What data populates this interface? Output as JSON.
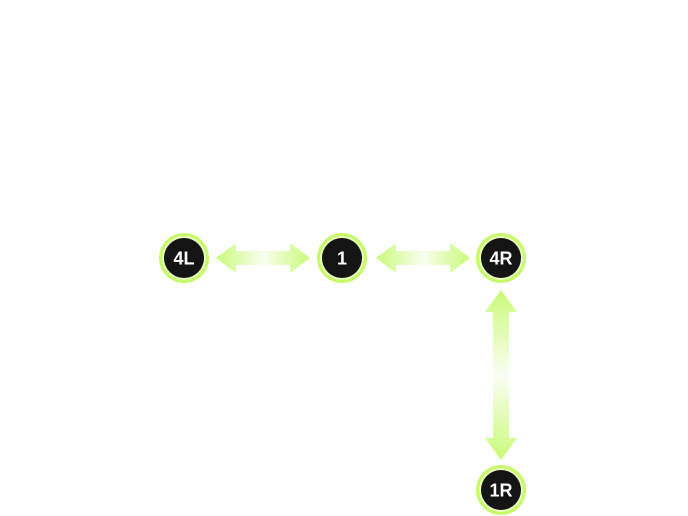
{
  "colors": {
    "node_fill": "#141414",
    "node_ring": "#c6f96a",
    "node_ring_inner": "#e6fcb8",
    "arrow": "#cffb82",
    "background": "#ffffff"
  },
  "nodes": [
    {
      "id": "4L",
      "label": "4L"
    },
    {
      "id": "1",
      "label": "1"
    },
    {
      "id": "4R",
      "label": "4R"
    },
    {
      "id": "1R",
      "label": "1R"
    }
  ],
  "connections": [
    {
      "from": "4L",
      "to": "1",
      "style": "bidirectional-arrow"
    },
    {
      "from": "1",
      "to": "4R",
      "style": "bidirectional-arrow"
    },
    {
      "from": "4R",
      "to": "1R",
      "style": "bidirectional-arrow"
    }
  ]
}
